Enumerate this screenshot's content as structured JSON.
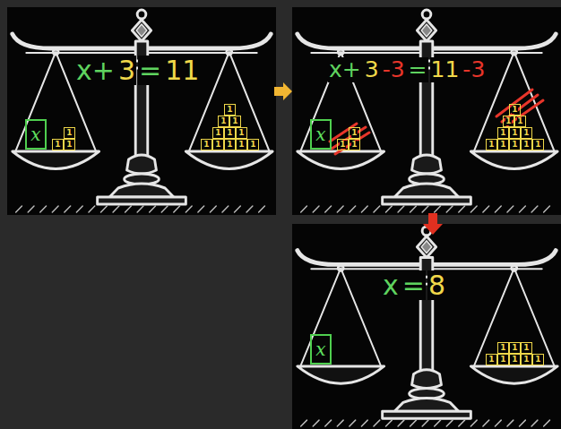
{
  "diagram": {
    "nodes": [
      {
        "text": [
          "x"
        ]
      },
      {
        "text": [
          "1"
        ]
      },
      {
        "text": [
          "1"
        ]
      },
      {
        "text": [
          "1"
        ]
      },
      {
        "text": [
          "1"
        ]
      },
      {
        "text": [
          "1"
        ]
      },
      {
        "text": [
          "1"
        ]
      },
      {
        "text": [
          "1"
        ]
      },
      {
        "text": [
          "1"
        ]
      },
      {
        "text": [
          "1"
        ]
      },
      {
        "text": [
          "1"
        ]
      },
      {
        "text": [
          "1"
        ]
      },
      {
        "text": [
          "1"
        ]
      },
      {
        "text": [
          "1"
        ]
      },
      {
        "text": [
          "1"
        ]
      },
      {
        "text": [
          "x"
        ]
      },
      {
        "text": [
          "1"
        ]
      },
      {
        "text": [
          "1"
        ]
      },
      {
        "text": [
          "1"
        ]
      },
      {
        "text": [
          "1"
        ]
      },
      {
        "text": [
          "1"
        ]
      },
      {
        "text": [
          "1"
        ]
      },
      {
        "text": [
          "1"
        ]
      },
      {
        "text": [
          "1"
        ]
      },
      {
        "text": [
          "1"
        ]
      },
      {
        "text": [
          "1"
        ]
      },
      {
        "text": [
          "1"
        ]
      },
      {
        "text": [
          "1"
        ]
      },
      {
        "text": [
          "1"
        ]
      },
      {
        "text": [
          "1"
        ]
      },
      {
        "text": [
          "x"
        ]
      },
      {
        "text": [
          "1"
        ]
      },
      {
        "text": [
          "1"
        ]
      },
      {
        "text": [
          "1"
        ]
      },
      {
        "text": [
          "1"
        ]
      },
      {
        "text": [
          "1"
        ]
      },
      {
        "text": [
          "1"
        ]
      },
      {
        "text": [
          "1"
        ]
      },
      {
        "text": [
          "1"
        ]
      }
    ],
    "labels": [
      "x+",
      "3",
      "=",
      "11",
      "x+",
      "3",
      "-3",
      "=",
      "11",
      "-3",
      "x",
      "=",
      "8"
    ]
  }
}
